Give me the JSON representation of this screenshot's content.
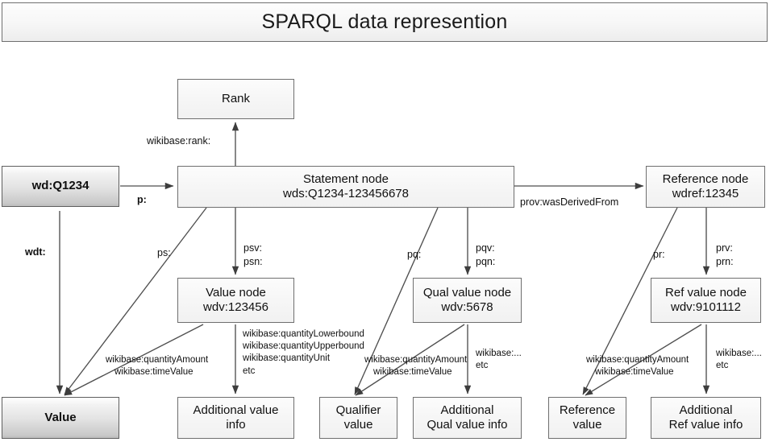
{
  "title": "SPARQL data represention",
  "nodes": {
    "entity": {
      "line1": "wd:Q1234",
      "line2": ""
    },
    "rank": {
      "line1": "Rank",
      "line2": ""
    },
    "statement": {
      "line1": "Statement node",
      "line2": "wds:Q1234-123456678"
    },
    "reference": {
      "line1": "Reference node",
      "line2": "wdref:12345"
    },
    "value_node": {
      "line1": "Value node",
      "line2": "wdv:123456"
    },
    "qual_node": {
      "line1": "Qual value node",
      "line2": "wdv:5678"
    },
    "ref_node": {
      "line1": "Ref value node",
      "line2": "wdv:9101112"
    },
    "value": {
      "line1": "Value",
      "line2": ""
    },
    "add_value": {
      "line1": "Additional value",
      "line2": "info"
    },
    "qualifier": {
      "line1": "Qualifier",
      "line2": "value"
    },
    "add_qual": {
      "line1": "Additional",
      "line2": "Qual value info"
    },
    "ref_value": {
      "line1": "Reference",
      "line2": "value"
    },
    "add_ref": {
      "line1": "Additional",
      "line2": "Ref value info"
    }
  },
  "edge_labels": {
    "p": "p:",
    "wdt": "wdt:",
    "rank": "wikibase:rank:",
    "derived": "prov:wasDerivedFrom",
    "ps": "ps:",
    "psv": "psv:",
    "psn": "psn:",
    "pq": "pq:",
    "pqv": "pqv:",
    "pqn": "pqn:",
    "pr": "pr:",
    "prv": "prv:",
    "prn": "prn:",
    "value_amount_1": "wikibase:quantityAmount",
    "value_amount_2": "wikibase:timeValue",
    "value_extra_1": "wikibase:quantityLowerbound",
    "value_extra_2": "wikibase:quantityUpperbound",
    "value_extra_3": "wikibase:quantityUnit",
    "value_extra_4": "etc",
    "qual_amount_1": "wikibase:quantityAmount",
    "qual_amount_2": "wikibase:timeValue",
    "qual_extra_1": "wikibase:...",
    "qual_extra_2": "etc",
    "ref_amount_1": "wikibase:quantityAmount",
    "ref_amount_2": "wikibase:timeValue",
    "ref_extra_1": "wikibase:...",
    "ref_extra_2": "etc"
  },
  "colors": {
    "box_border": "#7b7b7b",
    "edge": "#4f4f4f",
    "text": "#101010",
    "background": "#ffffff"
  }
}
